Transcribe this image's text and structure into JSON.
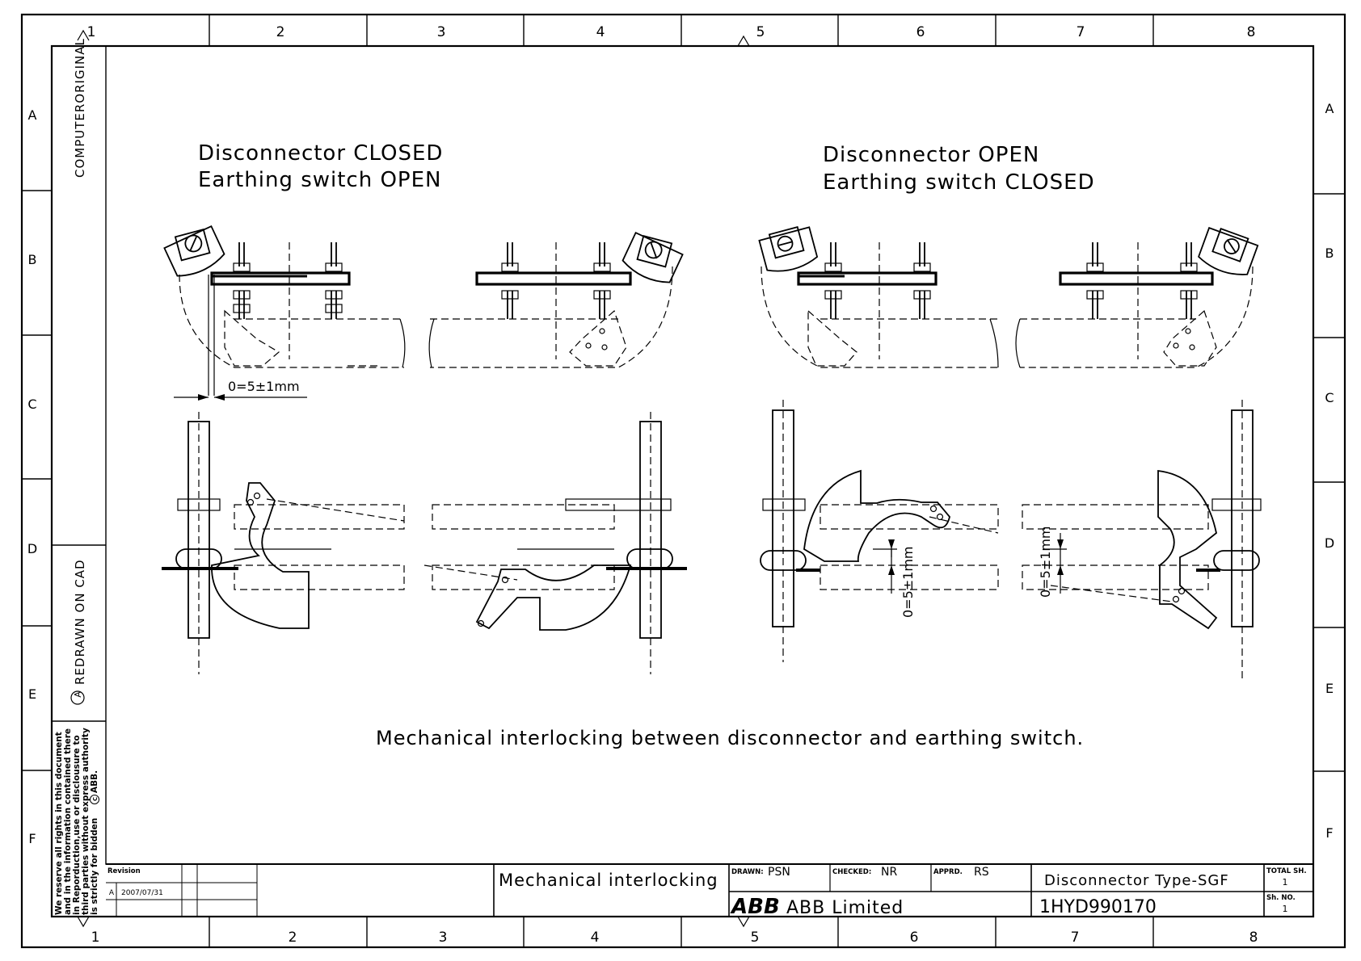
{
  "grid": {
    "columns": [
      "1",
      "2",
      "3",
      "4",
      "5",
      "6",
      "7",
      "8"
    ],
    "rows": [
      "A",
      "B",
      "C",
      "D",
      "E",
      "F"
    ]
  },
  "side_strip": {
    "top_label": "COMPUTERORIGINAL",
    "cad_label": "REDRAWN ON CAD",
    "cad_marker": "A",
    "copyright": [
      "We reserve all rights in this document",
      "and in the information contained there",
      "in Reporduction,use or disclousure to",
      "third parties without express authority",
      "is strictly for bidden",
      "ABB."
    ],
    "copyright_symbol": "C"
  },
  "views": {
    "left_title": [
      "Disconnector CLOSED",
      "Earthing switch OPEN"
    ],
    "right_title": [
      "Disconnector OPEN",
      "Earthing switch CLOSED"
    ],
    "dim_gap_top": "0=5±1mm",
    "dim_gap_bottom_left": "0=5±1mm",
    "dim_gap_bottom_right": "0=5±1mm"
  },
  "caption": "Mechanical interlocking between disconnector and earthing switch.",
  "title_block": {
    "revision_label": "Revision",
    "revision_letter": "A",
    "revision_date": "2007/07/31",
    "drawing_title": "Mechanical interlocking",
    "drawn_label": "DRAWN:",
    "drawn_value": "PSN",
    "checked_label": "CHECKED:",
    "checked_value": "NR",
    "approved_label": "APPRD.",
    "approved_value": "RS",
    "company_logo": "ABB",
    "company_name": "ABB Limited",
    "product": "Disconnector Type-SGF",
    "drawing_number": "1HYD990170",
    "total_sheets_label": "TOTAL SH.",
    "total_sheets": "1",
    "sheet_no_label": "Sh. NO.",
    "sheet_no": "1"
  }
}
